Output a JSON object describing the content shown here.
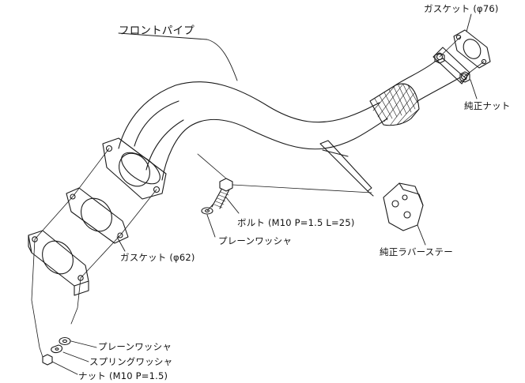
{
  "labels": {
    "front_pipe": "フロントパイプ",
    "gasket_76": "ガスケット (φ76)",
    "stock_nut": "純正ナット",
    "bolt": "ボルト (M10 P=1.5 L=25)",
    "plain_washer_top": "プレーンワッシャ",
    "gasket_62": "ガスケット (φ62)",
    "rubber_stay": "純正ラバーステー",
    "plain_washer_bottom": "プレーンワッシャ",
    "spring_washer": "スプリングワッシャ",
    "nut": "ナット (M10 P=1.5)"
  },
  "colors": {
    "line": "#1a1a1a",
    "background": "#ffffff"
  }
}
